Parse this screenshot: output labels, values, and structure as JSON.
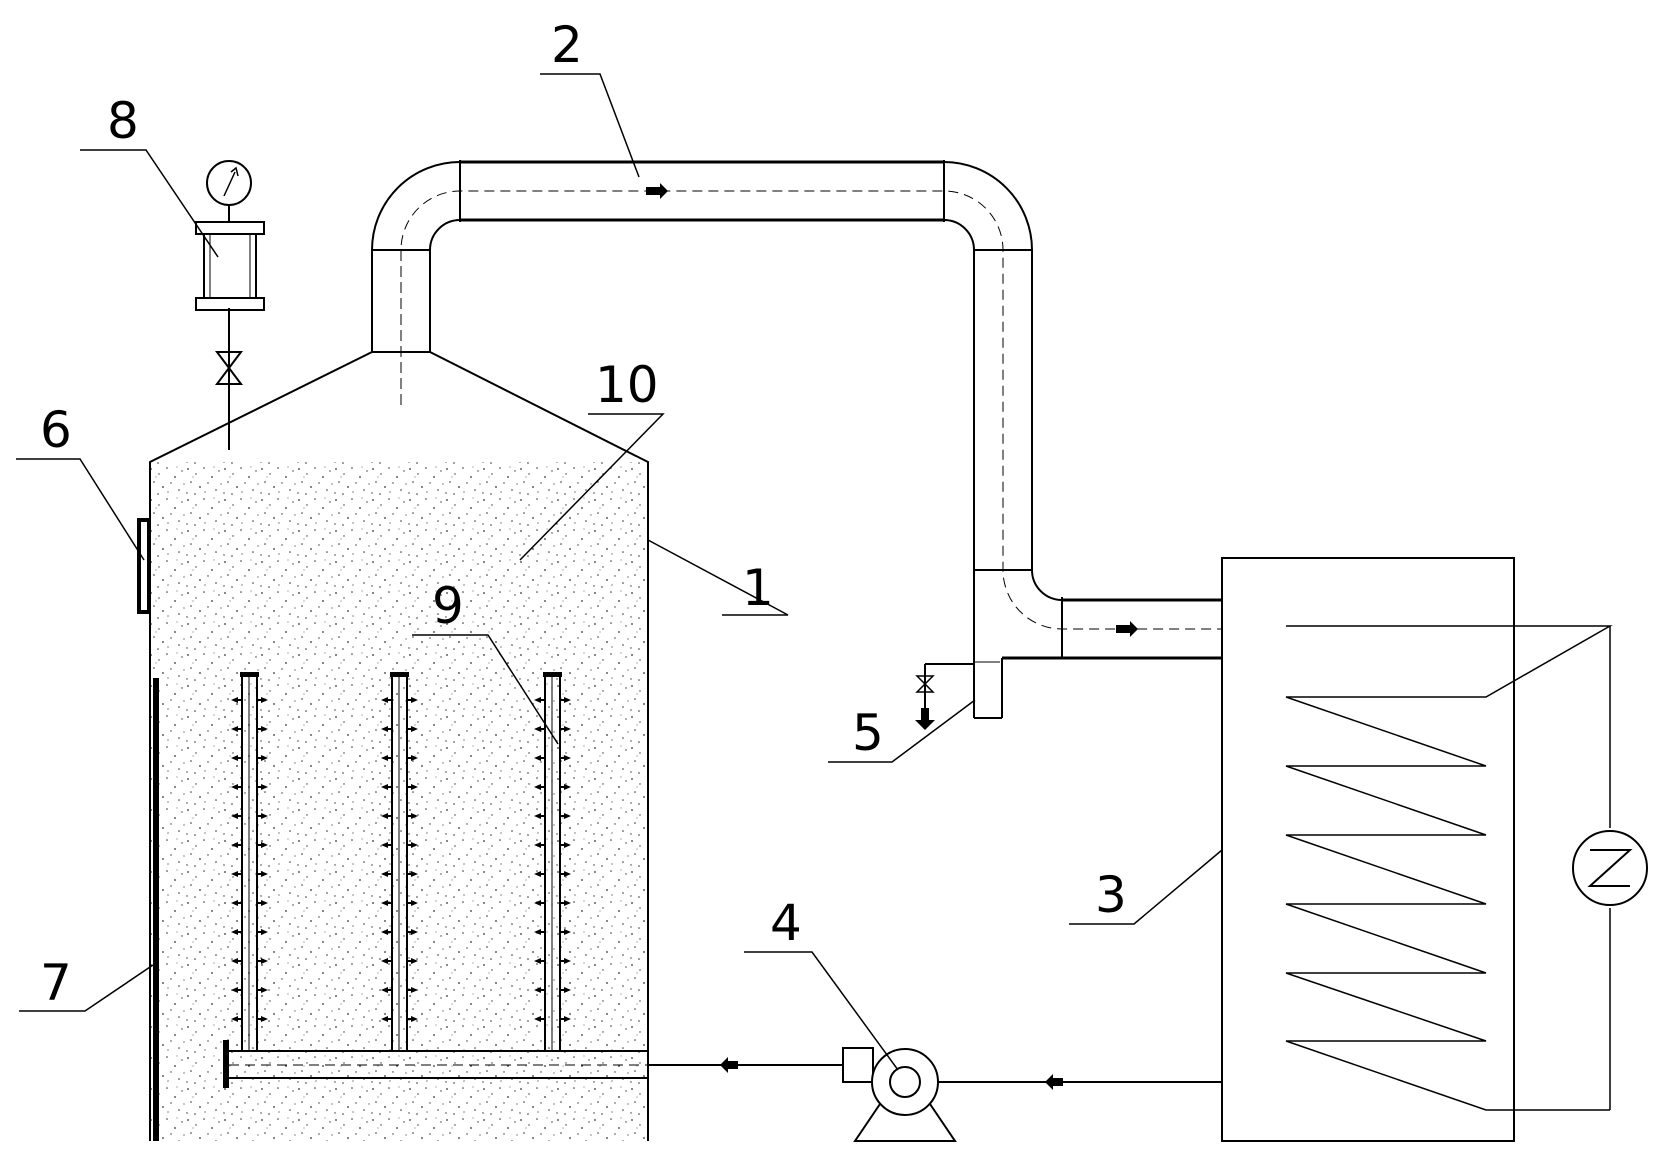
{
  "labels": {
    "vessel": "1",
    "duct": "2",
    "condenser": "3",
    "pump": "4",
    "drain": "5",
    "sight_window": "6",
    "door": "7",
    "pressure_gauge": "8",
    "distributor_pipes": "9",
    "filling_material": "10"
  },
  "colors": {
    "line": "#000000",
    "background": "#ffffff"
  },
  "icons": {
    "gauge": "pressure-gauge-icon",
    "valve": "bowtie-valve-icon",
    "pump": "centrifugal-pump-icon",
    "motor": "motor-z-icon",
    "flow_arrow": "flow-arrow-icon"
  }
}
